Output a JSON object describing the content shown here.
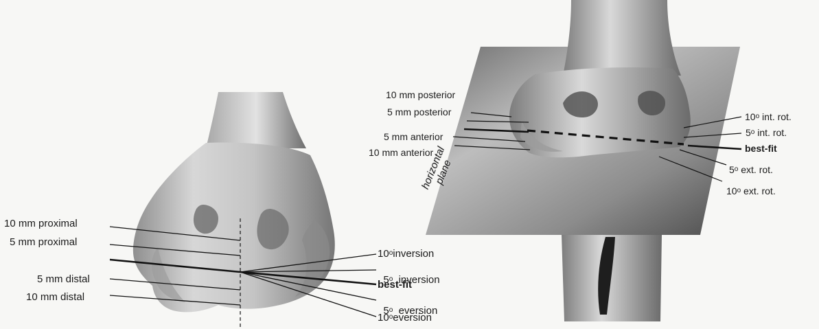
{
  "left_panel": {
    "labels_left": [
      "10 mm proximal",
      "5 mm proximal",
      "5 mm distal",
      "10  mm distal"
    ],
    "labels_right": [
      {
        "deg": "10",
        "text": "inversion"
      },
      {
        "deg": "5",
        "text": "  inversion"
      },
      {
        "deg": "",
        "text": "best-fit"
      },
      {
        "deg": "5",
        "text": "  eversion"
      },
      {
        "deg": "10",
        "text": "eversion"
      }
    ],
    "degree_symbol": "o"
  },
  "right_panel": {
    "labels_left": [
      "10 mm posterior",
      "5 mm posterior",
      "5 mm anterior",
      "10 mm anterior"
    ],
    "labels_right": [
      {
        "deg": "10",
        "text": " int. rot."
      },
      {
        "deg": "5",
        "text": " int. rot."
      },
      {
        "deg": "",
        "text": "best-fit"
      },
      {
        "deg": "5",
        "text": " ext. rot."
      },
      {
        "deg": "10",
        "text": " ext. rot."
      }
    ],
    "plane_label_line1": "horizontal",
    "plane_label_line2": "plane",
    "degree_symbol": "o"
  }
}
